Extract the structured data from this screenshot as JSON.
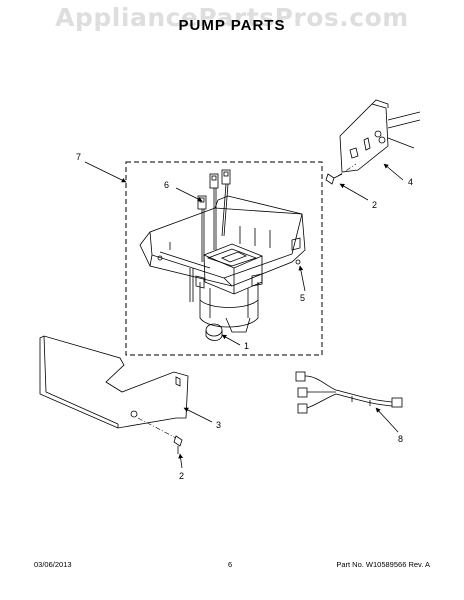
{
  "watermark": "AppliancePartsPros.com",
  "title": "PUMP PARTS",
  "callouts": [
    "7",
    "6",
    "5",
    "1",
    "3",
    "2",
    "4",
    "2",
    "8"
  ],
  "footer": {
    "date": "03/06/2013",
    "page": "6",
    "part_number": "Part No. W10589566  Rev. A"
  },
  "colors": {
    "line": "#000000",
    "watermark": "#dedede",
    "background": "#ffffff"
  }
}
